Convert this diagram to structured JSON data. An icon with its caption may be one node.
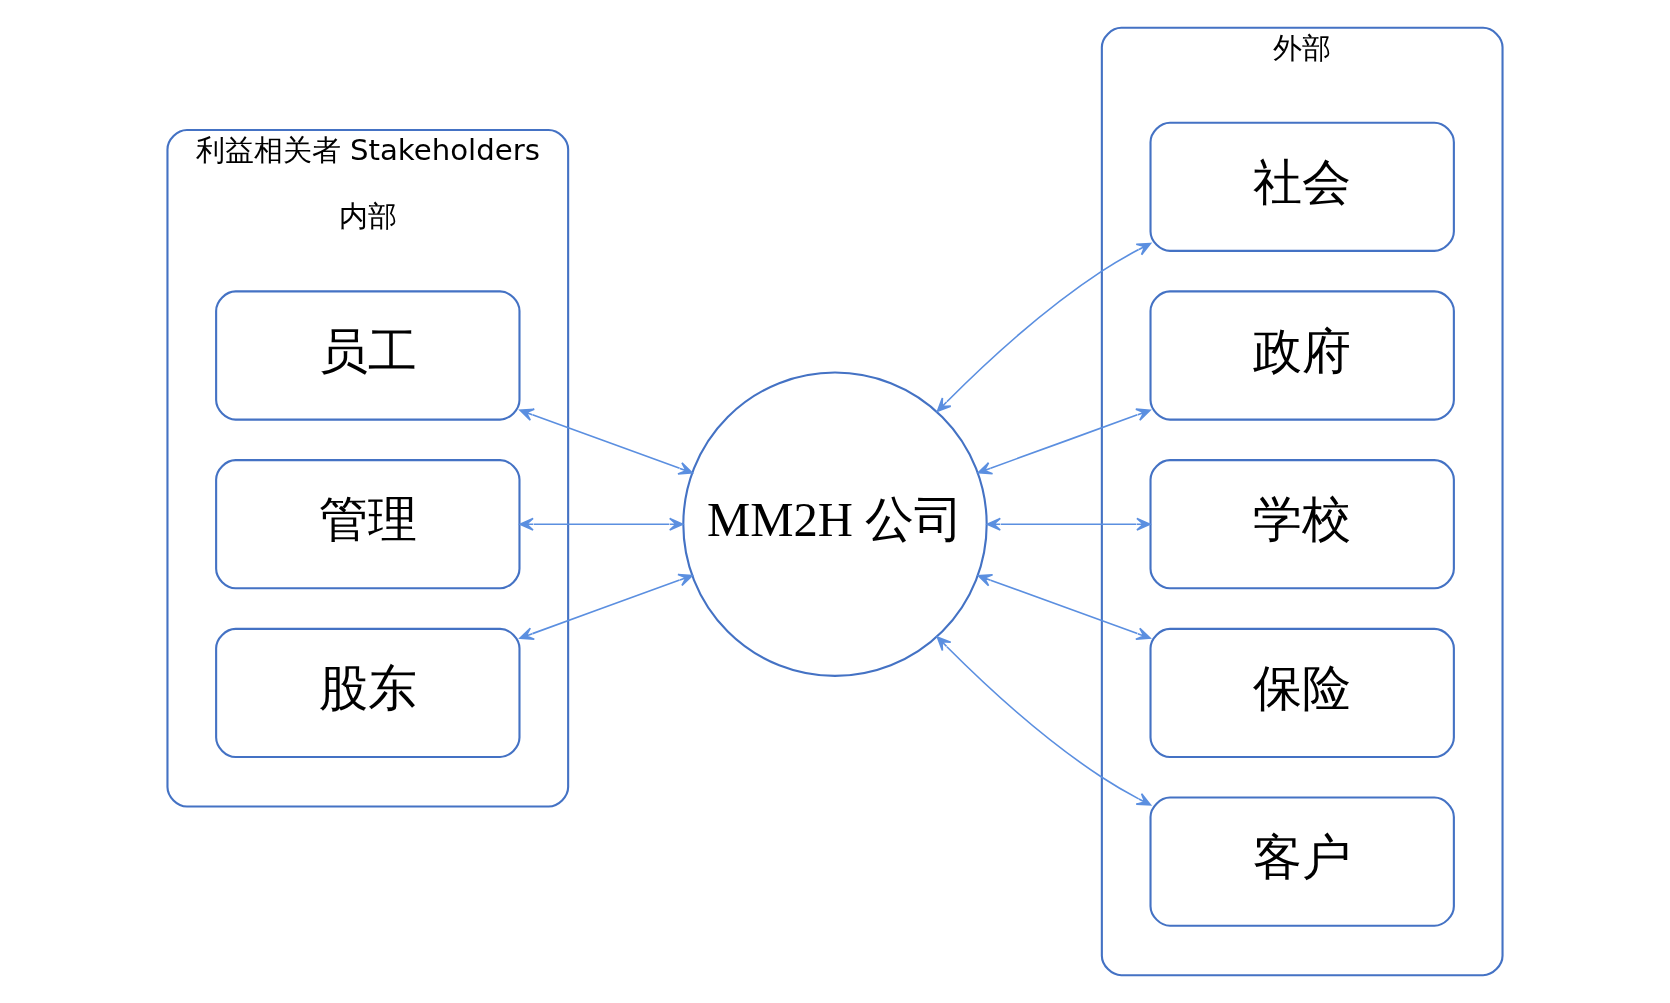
{
  "diagram": {
    "nodes": [
      {
        "text": [
          "利益相关者 Stakeholders",
          "内部"
        ]
      },
      {
        "text": [
          "员工"
        ],
        "in": 0
      },
      {
        "text": [
          "管理"
        ],
        "in": 0
      },
      {
        "text": [
          "股东"
        ],
        "in": 0
      },
      {
        "text": [
          "外部"
        ]
      },
      {
        "text": [
          "社会"
        ],
        "in": 4
      },
      {
        "text": [
          "政府"
        ],
        "in": 4
      },
      {
        "text": [
          "学校"
        ],
        "in": 4
      },
      {
        "text": [
          "保险"
        ],
        "in": 4
      },
      {
        "text": [
          "客户"
        ],
        "in": 4
      },
      {
        "text": [
          "MM2H 公司"
        ]
      }
    ],
    "edges": [
      {
        "from": 1,
        "to": 10,
        "arrow": "both"
      },
      {
        "from": 2,
        "to": 10,
        "arrow": "both"
      },
      {
        "from": 3,
        "to": 10,
        "arrow": "both"
      },
      {
        "from": 10,
        "to": 5,
        "arrow": "both"
      },
      {
        "from": 10,
        "to": 6,
        "arrow": "both"
      },
      {
        "from": 10,
        "to": 7,
        "arrow": "both"
      },
      {
        "from": 10,
        "to": 8,
        "arrow": "both"
      },
      {
        "from": 10,
        "to": 9,
        "arrow": "both"
      }
    ]
  }
}
